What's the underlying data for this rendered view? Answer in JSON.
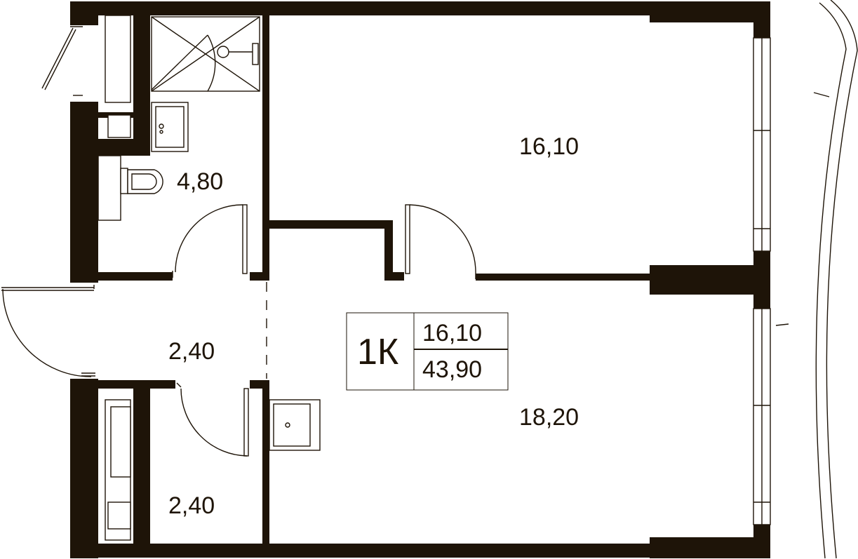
{
  "plan": {
    "colors": {
      "wall": "#1e1408",
      "background": "#ffffff"
    },
    "rooms": [
      {
        "id": "room",
        "area": "16,10"
      },
      {
        "id": "bathroom",
        "area": "4,80"
      },
      {
        "id": "hall",
        "area": "2,40"
      },
      {
        "id": "storage",
        "area": "2,40"
      },
      {
        "id": "kitchen-living",
        "area": "18,20"
      }
    ],
    "summary": {
      "type": "1К",
      "living_area": "16,10",
      "total_area": "43,90"
    }
  }
}
